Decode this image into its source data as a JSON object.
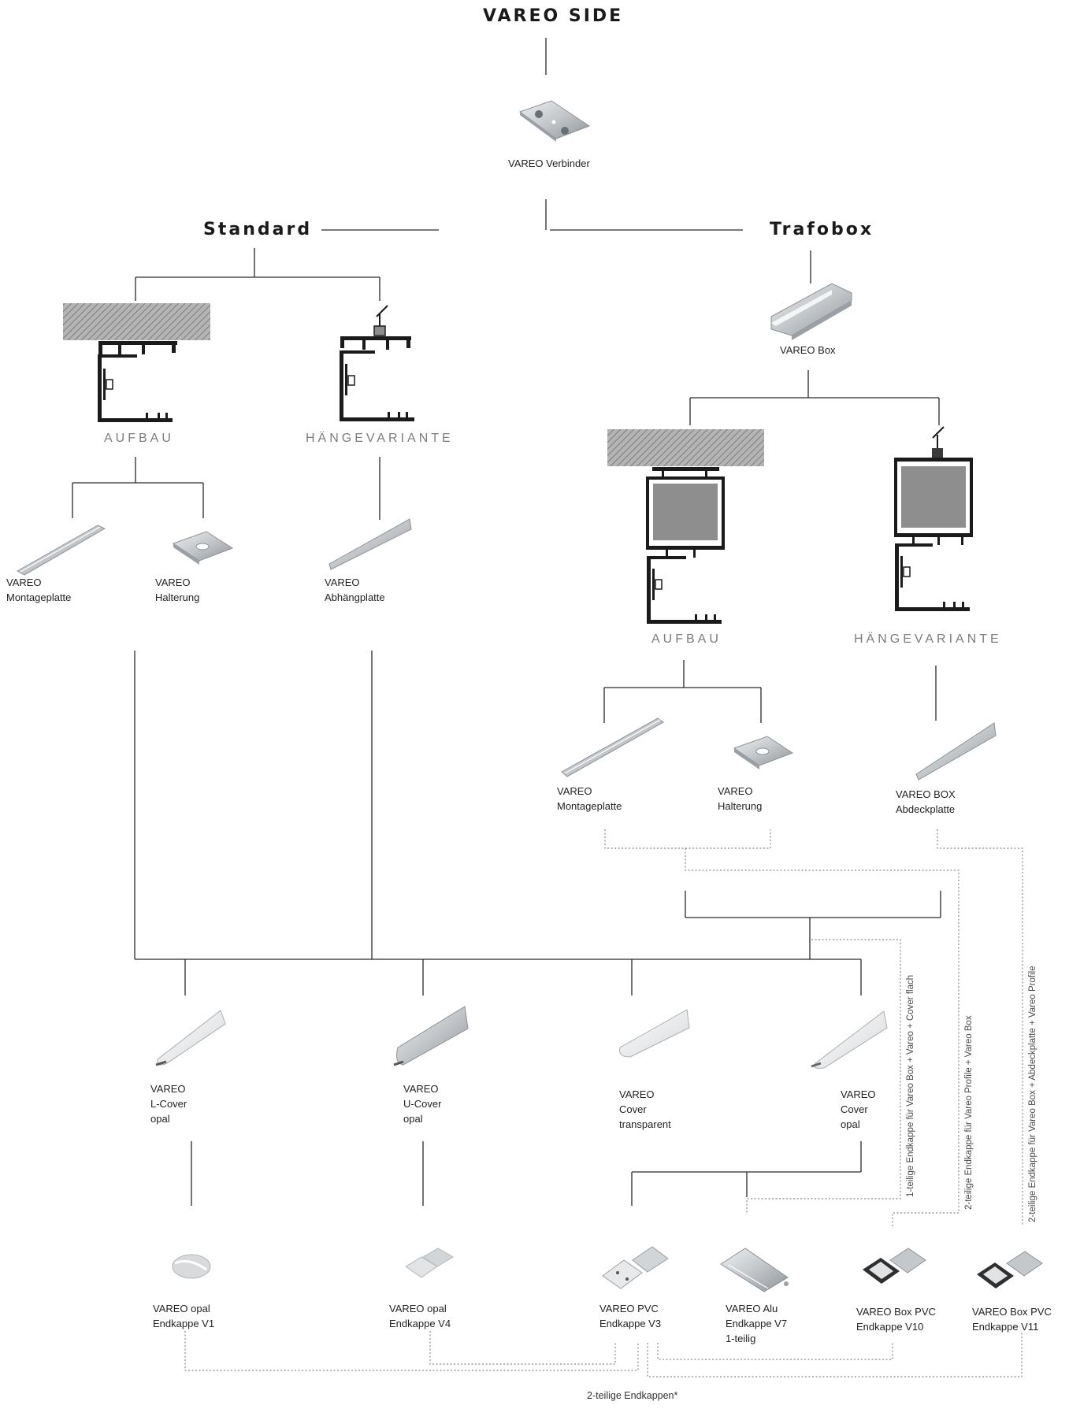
{
  "titles": {
    "main": "VAREO SIDE",
    "standard": "Standard",
    "trafobox": "Trafobox"
  },
  "variants": {
    "std_aufbau": "AUFBAU",
    "std_haenge": "HÄNGEVARIANTE",
    "tb_aufbau": "AUFBAU",
    "tb_haenge": "HÄNGEVARIANTE"
  },
  "parts": {
    "verbinder": "VAREO Verbinder",
    "box": "VAREO Box",
    "std_montageplatte": "VAREO\nMontageplatte",
    "std_halterung": "VAREO\nHalterung",
    "abhaengplatte": "VAREO\nAbhängplatte",
    "tb_montageplatte": "VAREO\nMontageplatte",
    "tb_halterung": "VAREO\nHalterung",
    "box_abdeckplatte": "VAREO BOX\nAbdeckplatte",
    "l_cover": "VAREO\nL-Cover\nopal",
    "u_cover": "VAREO\nU-Cover\nopal",
    "cover_transparent": "VAREO\nCover\ntransparent",
    "cover_opal": "VAREO\nCover\nopal",
    "endkappe_v1": "VAREO opal\nEndkappe V1",
    "endkappe_v4": "VAREO opal\nEndkappe V4",
    "endkappe_v3": "VAREO PVC\nEndkappe V3",
    "endkappe_v7": "VAREO Alu\nEndkappe V7\n1-teilig",
    "endkappe_v10": "VAREO Box PVC\nEndkappe V10",
    "endkappe_v11": "VAREO Box PVC\nEndkappe V11"
  },
  "notes": {
    "einteilig_box_cover": "1-teilige Endkappe für Vareo Box + Vareo + Cover flach",
    "zweiteilig_profile_box": "2-teilige Endkappe für Vareo Profile + Vareo Box",
    "zweiteilig_box_abdeck": "2-teilige Endkappe für Vareo Box + Abdeckplatte + Vareo Profile",
    "footer": "2-teilige Endkappen*"
  },
  "colors": {
    "line": "#2a2a2a",
    "dotted": "#8a8a8a",
    "profile": "#1b1b1b",
    "ceiling": "#9a9a9a",
    "box_fill": "#8e8e8e",
    "part": "#c9ccce"
  }
}
